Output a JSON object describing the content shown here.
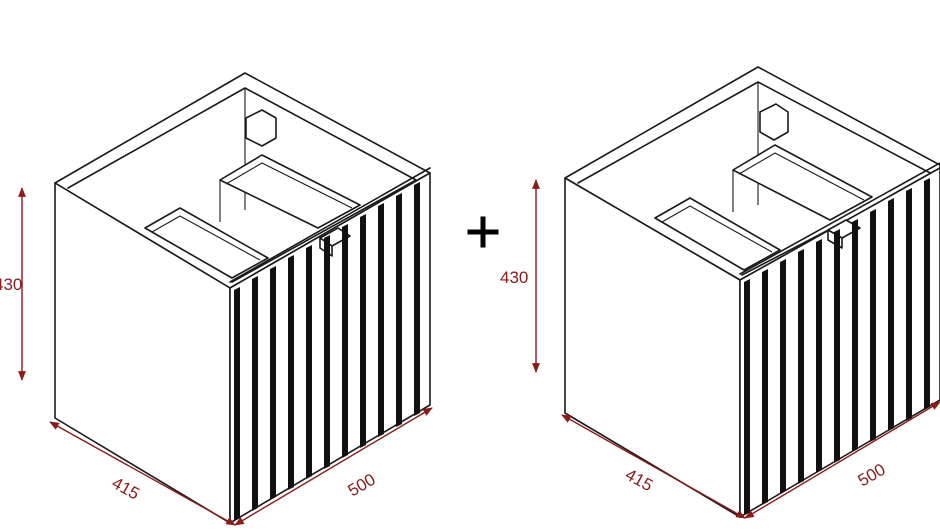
{
  "dimensions": {
    "height": "430",
    "depth": "415",
    "width": "500"
  },
  "separator_symbol": "plus-sign",
  "colors": {
    "line": "#1a1a1a",
    "dimension": "#8b1a1a",
    "background": "#ffffff"
  }
}
